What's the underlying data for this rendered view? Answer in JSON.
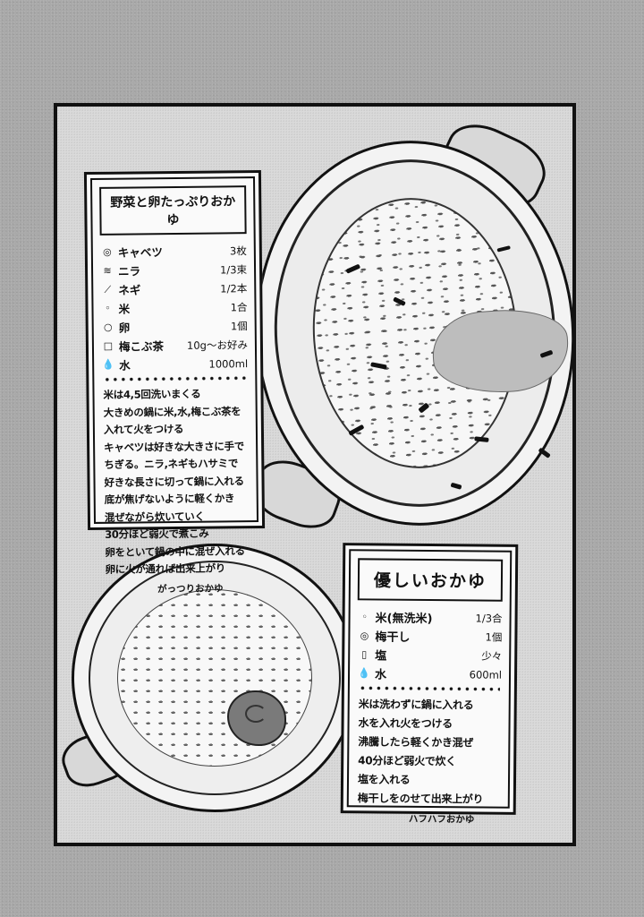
{
  "page": {
    "background_color": "#a9a9a9",
    "panel_color": "#dadada",
    "ink_color": "#111111"
  },
  "recipe_1": {
    "title": "野菜と卵たっぷりおかゆ",
    "ingredients": [
      {
        "icon": "cabbage-icon",
        "glyph": "◎",
        "name": "キャベツ",
        "qty": "3枚"
      },
      {
        "icon": "chives-icon",
        "glyph": "≋",
        "name": "ニラ",
        "qty": "1/3束"
      },
      {
        "icon": "leek-icon",
        "glyph": "⟋",
        "name": "ネギ",
        "qty": "1/2本"
      },
      {
        "icon": "rice-grain-icon",
        "glyph": "◦",
        "name": "米",
        "qty": "1合"
      },
      {
        "icon": "egg-icon",
        "glyph": "○",
        "name": "卵",
        "qty": "1個"
      },
      {
        "icon": "tea-box-icon",
        "glyph": "□",
        "name": "梅こぶ茶",
        "qty": "10g〜お好み"
      },
      {
        "icon": "water-drop-icon",
        "glyph": "💧",
        "name": "水",
        "qty": "1000ml"
      }
    ],
    "steps": [
      "米は4,5回洗いまくる",
      "大きめの鍋に米,水,梅こぶ茶を",
      "入れて火をつける",
      "キャベツは好きな大きさに手で",
      "ちぎる。ニラ,ネギもハサミで",
      "好きな長さに切って鍋に入れる",
      "底が焦げないように軽くかき",
      "混ぜながら炊いていく",
      "30分ほど弱火で煮こみ",
      "卵をといて鍋の中に混ぜ入れる",
      "卵に火が通れば出来上がり"
    ],
    "footer": "がっつりおかゆ"
  },
  "recipe_2": {
    "title": "優しいおかゆ",
    "ingredients": [
      {
        "icon": "rice-grain-icon",
        "glyph": "◦",
        "name": "米(無洗米)",
        "qty": "1/3合"
      },
      {
        "icon": "umeboshi-icon",
        "glyph": "◎",
        "name": "梅干し",
        "qty": "1個"
      },
      {
        "icon": "salt-shaker-icon",
        "glyph": "▯",
        "name": "塩",
        "qty": "少々"
      },
      {
        "icon": "water-drop-icon",
        "glyph": "💧",
        "name": "水",
        "qty": "600ml"
      }
    ],
    "steps": [
      "米は洗わずに鍋に入れる",
      "水を入れ火をつける",
      "沸騰したら軽くかき混ぜ",
      "40分ほど弱火で炊く",
      "塩を入れる",
      "梅干しをのせて出来上がり"
    ],
    "footer": "ハフハフおかゆ"
  }
}
